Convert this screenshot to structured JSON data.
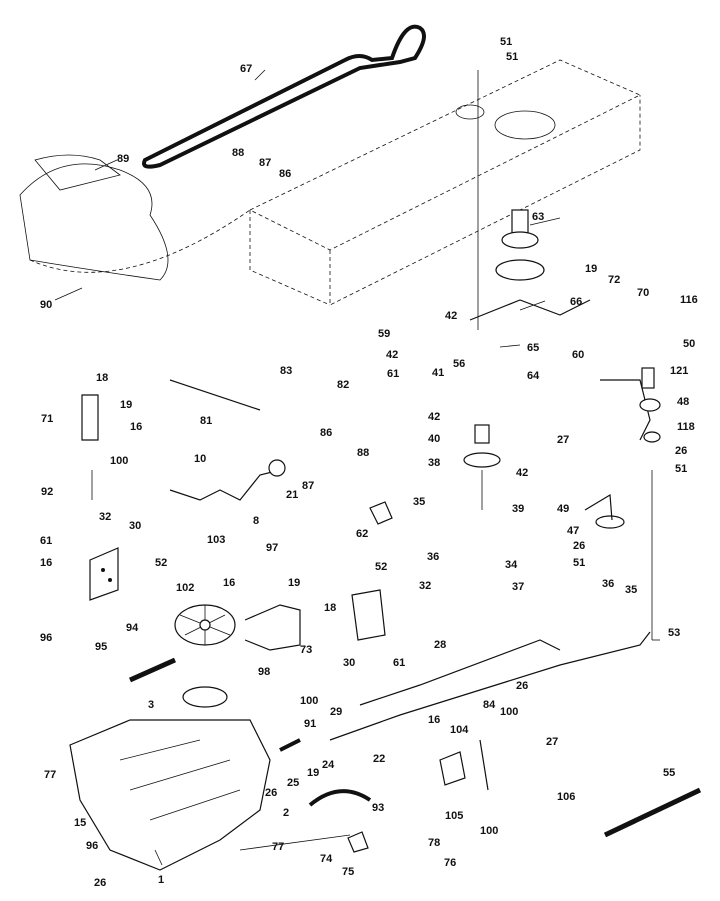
{
  "diagram": {
    "callouts": [
      "1",
      "2",
      "3",
      "8",
      "10",
      "15",
      "16",
      "18",
      "19",
      "21",
      "22",
      "24",
      "25",
      "26",
      "27",
      "28",
      "29",
      "30",
      "32",
      "34",
      "35",
      "36",
      "37",
      "38",
      "39",
      "40",
      "41",
      "42",
      "47",
      "48",
      "49",
      "50",
      "51",
      "52",
      "53",
      "55",
      "56",
      "59",
      "60",
      "61",
      "62",
      "63",
      "64",
      "65",
      "66",
      "67",
      "70",
      "71",
      "72",
      "73",
      "74",
      "75",
      "76",
      "77",
      "78",
      "81",
      "82",
      "83",
      "84",
      "86",
      "87",
      "88",
      "89",
      "90",
      "91",
      "92",
      "93",
      "94",
      "95",
      "96",
      "97",
      "98",
      "100",
      "102",
      "103",
      "104",
      "105",
      "106",
      "116",
      "118",
      "121"
    ]
  }
}
